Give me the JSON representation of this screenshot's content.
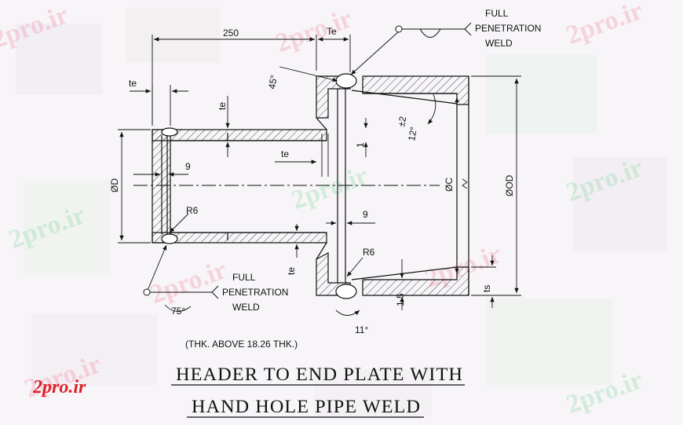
{
  "colors": {
    "line": "#111111",
    "hatch": "#333333",
    "watermark_pink": "#f2a8c0",
    "watermark_green": "#a8e0b8",
    "logo_red": "#e0202a"
  },
  "watermark": {
    "text": "2pro.ir"
  },
  "logo": {
    "text": "2pro.ir"
  },
  "dimensions": {
    "length_250": "250",
    "te_top_right": "Te",
    "te_left": "te",
    "te_vertical_upper": "te",
    "te_inner": "te",
    "te_vertical_lower": "te",
    "angle_45": "45°",
    "tol_2": "±2",
    "angle_12": "12°",
    "one": "1",
    "nine_left": "9",
    "nine_right": "9",
    "phi_d": "ØD",
    "phi_c": "ØC",
    "phi_od": "ØOD",
    "r6_left": "R6",
    "r6_right": "R6",
    "ts": "ts",
    "one_five": "1.5",
    "angle_11": "11°",
    "angle_75": "75°"
  },
  "weld_notes": {
    "top": [
      "FULL",
      "PENETRATION",
      "WELD"
    ],
    "bottom": [
      "FULL",
      "PENETRATION",
      "WELD"
    ]
  },
  "thickness_note": "(THK. ABOVE 18.26 THK.)",
  "title": {
    "line1": "HEADER TO END PLATE WITH",
    "line2": "HAND HOLE PIPE WELD"
  }
}
